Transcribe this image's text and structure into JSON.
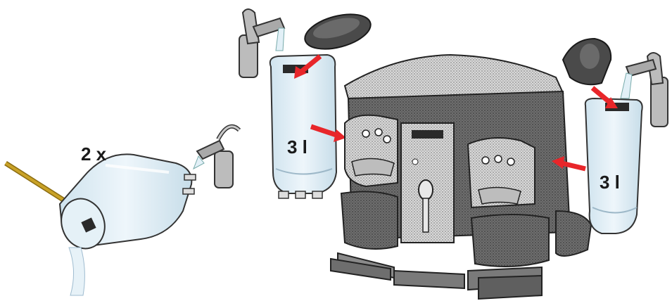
{
  "labels": {
    "rinse_count": "2 x",
    "left_tank_volume": "3 l",
    "right_tank_volume": "3 l"
  },
  "colors": {
    "arrow": "#e8262a",
    "water": "#dfeef6",
    "machine_body": "#6b6b6b",
    "machine_light": "#bdbdbd",
    "brush_handle": "#c9a227",
    "brush_head": "#c8202a"
  },
  "icons": [
    "faucet-icon",
    "tank-lid-icon",
    "brush-icon",
    "red-arrow-icon"
  ]
}
